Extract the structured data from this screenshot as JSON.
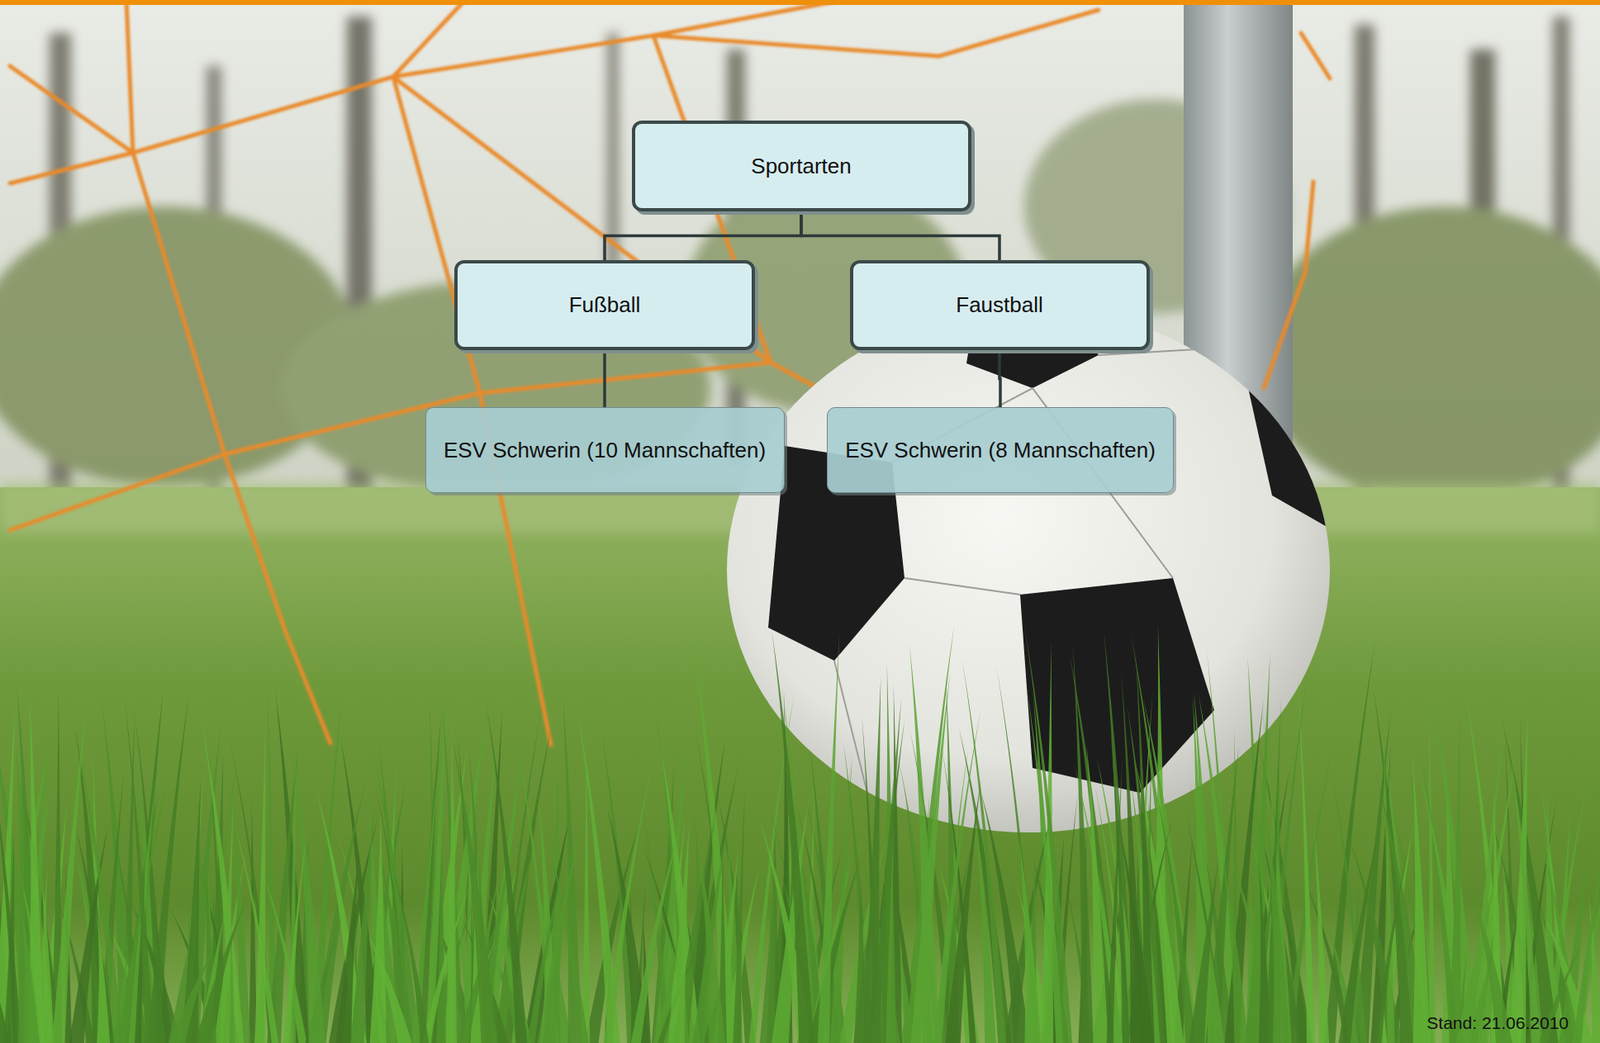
{
  "diagram": {
    "nodes": [
      {
        "text": [
          "Sportarten"
        ]
      },
      {
        "text": [
          "Fußball"
        ]
      },
      {
        "text": [
          "Faustball"
        ]
      },
      {
        "text": [
          "ESV Schwerin (10 Mannschaften)"
        ]
      },
      {
        "text": [
          "ESV Schwerin (8 Mannschaften)"
        ]
      }
    ],
    "edges": [
      {
        "from": 0,
        "to": 1,
        "arrow": "none"
      },
      {
        "from": 0,
        "to": 2,
        "arrow": "none"
      },
      {
        "from": 1,
        "to": 3,
        "arrow": "none"
      },
      {
        "from": 2,
        "to": 4,
        "arrow": "none"
      }
    ],
    "labels": [
      "Stand: 21.06.2010"
    ]
  }
}
